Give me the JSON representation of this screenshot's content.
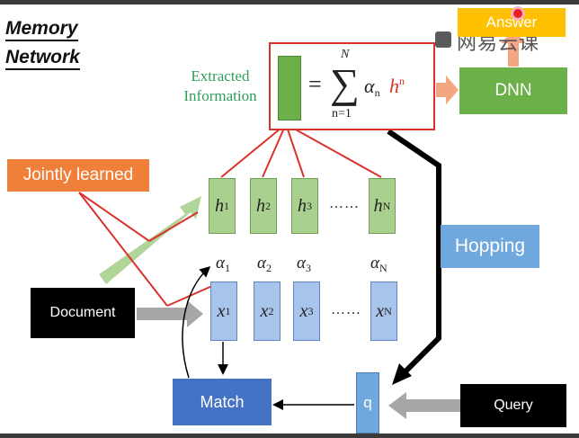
{
  "title": {
    "line1": "Memory",
    "line2": "Network"
  },
  "watermark": "网易云课",
  "answer_label": "Answer",
  "dnn_label": "DNN",
  "extracted_label": {
    "line1": "Extracted",
    "line2": "Information"
  },
  "formula": {
    "equals": "=",
    "sigma": "∑",
    "upper": "N",
    "lower": "n=1",
    "alpha_base": "α",
    "alpha_sub": "n",
    "h_base": "h",
    "h_sup": "n"
  },
  "jointly_label": "Jointly learned",
  "hopping_label": "Hopping",
  "document_label": "Document",
  "match_label": "Match",
  "query_label": "Query",
  "q_label": "q",
  "h_cells": [
    {
      "base": "h",
      "sup": "1"
    },
    {
      "base": "h",
      "sup": "2"
    },
    {
      "base": "h",
      "sup": "3"
    },
    {
      "base": "h",
      "sup": "N"
    }
  ],
  "x_cells": [
    {
      "base": "x",
      "sup": "1"
    },
    {
      "base": "x",
      "sup": "2"
    },
    {
      "base": "x",
      "sup": "3"
    },
    {
      "base": "x",
      "sup": "N"
    }
  ],
  "alphas": [
    {
      "base": "α",
      "sub": "1"
    },
    {
      "base": "α",
      "sub": "2"
    },
    {
      "base": "α",
      "sub": "3"
    },
    {
      "base": "α",
      "sub": "N"
    }
  ],
  "ellipsis": "……",
  "colors": {
    "green": "#6cb04a",
    "red": "#d9342b",
    "blue": "#4472c4",
    "orange": "#f07f3a",
    "yellow": "#ffc000"
  }
}
